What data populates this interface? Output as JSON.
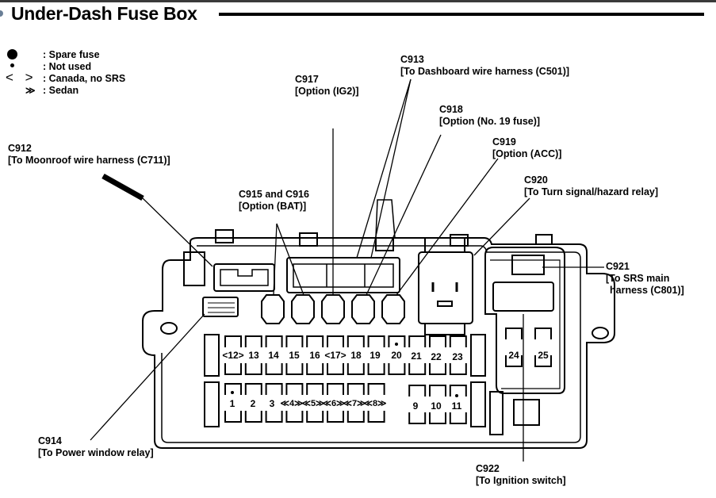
{
  "title": "Under-Dash Fuse Box",
  "legend": [
    {
      "symbol": "large-dot",
      "text": ": Spare fuse"
    },
    {
      "symbol": "small-dot",
      "text": ": Not used"
    },
    {
      "symbol": "angle-brackets",
      "glyph": "< >",
      "text": ": Canada, no SRS"
    },
    {
      "symbol": "double-angle",
      "glyph": "≫",
      "text": ": Sedan"
    }
  ],
  "connectors": {
    "c912": {
      "code": "C912",
      "desc": "[To Moonroof wire harness (C711)]"
    },
    "c913": {
      "code": "C913",
      "desc": "[To Dashboard wire harness (C501)]"
    },
    "c914": {
      "code": "C914",
      "desc": "[To Power window relay]"
    },
    "c915_916": {
      "code": "C915 and C916",
      "desc": "[Option (BAT)]"
    },
    "c917": {
      "code": "C917",
      "desc": "[Option (IG2)]"
    },
    "c918": {
      "code": "C918",
      "desc": "[Option (No. 19 fuse)]"
    },
    "c919": {
      "code": "C919",
      "desc": "[Option (ACC)]"
    },
    "c920": {
      "code": "C920",
      "desc": "[To Turn signal/hazard relay]"
    },
    "c921": {
      "code": "C921",
      "desc1": "[To SRS main",
      "desc2": "harness (C801)]"
    },
    "c922": {
      "code": "C922",
      "desc": "[To Ignition switch]"
    }
  },
  "fuses": {
    "upper_row": [
      "<12>",
      "13",
      "14",
      "15",
      "16",
      "<17>",
      "18",
      "19",
      "20",
      "21",
      "22",
      "23"
    ],
    "upper_row_marks": {
      "20": "small-dot"
    },
    "lower_row_left": [
      "1",
      "2",
      "3",
      "≪4≫",
      "≪5≫",
      "≪6≫",
      "≪7≫",
      "≪8≫"
    ],
    "lower_row_right": [
      "9",
      "10",
      "11"
    ],
    "lower_row_marks": {
      "1": "small-dot",
      "11": "small-dot"
    },
    "srs_block": [
      "24",
      "25"
    ]
  }
}
